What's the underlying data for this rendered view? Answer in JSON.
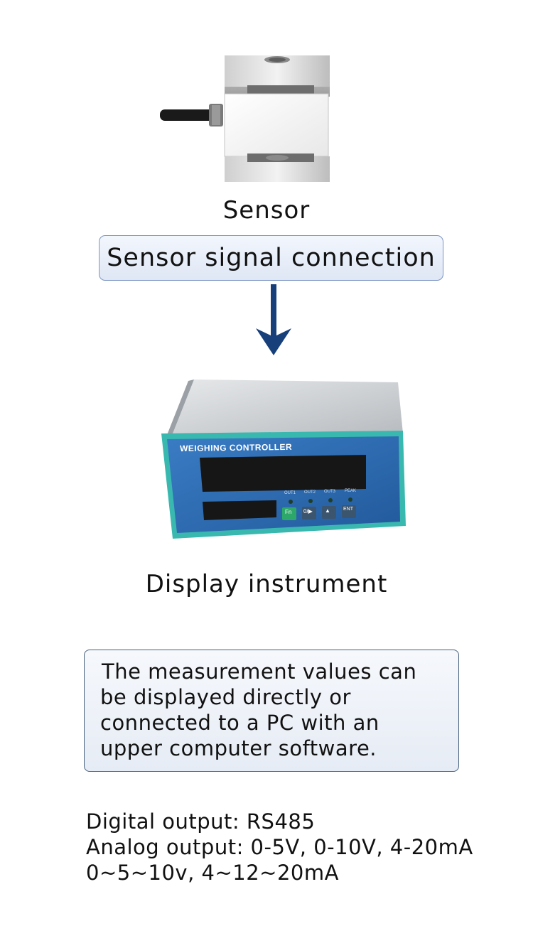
{
  "sensor": {
    "caption": "Sensor"
  },
  "signal": {
    "label": "Sensor signal connection"
  },
  "controller": {
    "panel_title": "WEIGHING CONTROLLER",
    "indicators": [
      "OUT1",
      "OUT2",
      "OUT3",
      "PEAK"
    ],
    "buttons": [
      "Fn",
      "0/▶",
      "▲",
      "ENT"
    ],
    "caption": "Display instrument"
  },
  "note": {
    "lines": [
      "The measurement values can",
      "be displayed directly or",
      "connected to a PC with an",
      "upper computer software."
    ]
  },
  "specs": {
    "digital": "Digital output: RS485",
    "analog": "Analog output: 0-5V, 0-10V, 4-20mA",
    "ranges": "0~5~10v, 4~12~20mA"
  },
  "colors": {
    "accent_arrow": "#173f7a",
    "box_border": "#7a93c2",
    "panel_blue": "#2f6fb6",
    "panel_edge": "#39b8b0"
  }
}
